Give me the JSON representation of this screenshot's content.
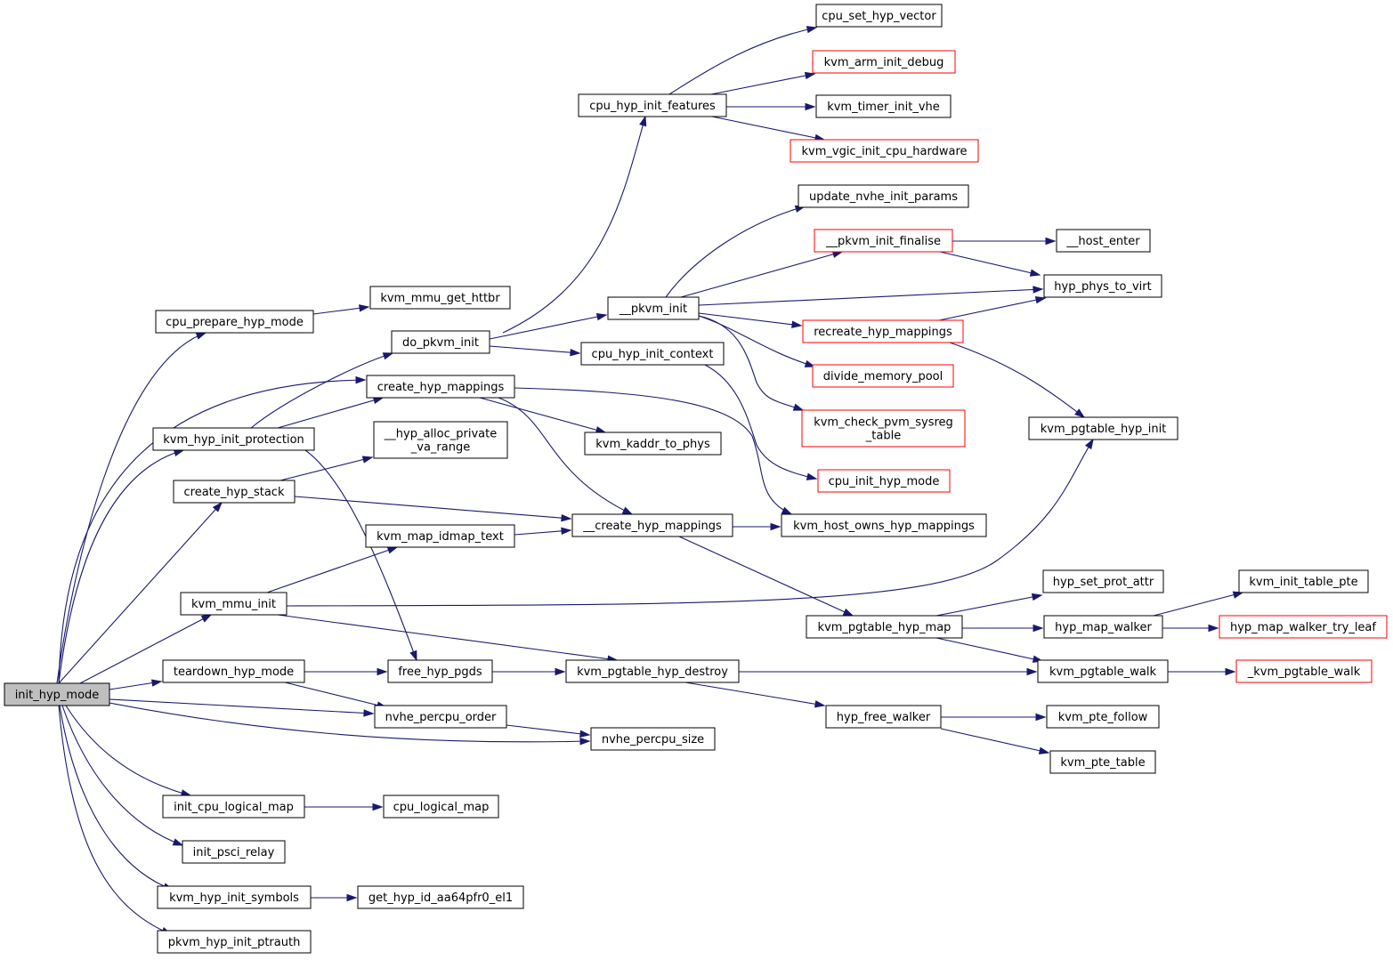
{
  "colors": {
    "edge": "#191970",
    "box_default": "#000000",
    "box_truncated": "#ff0000",
    "box_root_fill": "#bfbfbf",
    "box_fill": "#ffffff"
  },
  "nodes": {
    "init_hyp_mode": {
      "label": [
        "init_hyp_mode"
      ],
      "kind": "root"
    },
    "cpu_prepare_hyp_mode": {
      "label": [
        "cpu_prepare_hyp_mode"
      ],
      "kind": "normal"
    },
    "kvm_mmu_get_httbr": {
      "label": [
        "kvm_mmu_get_httbr"
      ],
      "kind": "normal"
    },
    "do_pkvm_init": {
      "label": [
        "do_pkvm_init"
      ],
      "kind": "normal"
    },
    "create_hyp_mappings": {
      "label": [
        "create_hyp_mappings"
      ],
      "kind": "normal"
    },
    "kvm_hyp_init_protection": {
      "label": [
        "kvm_hyp_init_protection"
      ],
      "kind": "normal"
    },
    "hyp_alloc_private_va_range": {
      "label": [
        "__hyp_alloc_private",
        "_va_range"
      ],
      "kind": "normal"
    },
    "create_hyp_stack": {
      "label": [
        "create_hyp_stack"
      ],
      "kind": "normal"
    },
    "kvm_map_idmap_text": {
      "label": [
        "kvm_map_idmap_text"
      ],
      "kind": "normal"
    },
    "kvm_mmu_init": {
      "label": [
        "kvm_mmu_init"
      ],
      "kind": "normal"
    },
    "teardown_hyp_mode": {
      "label": [
        "teardown_hyp_mode"
      ],
      "kind": "normal"
    },
    "free_hyp_pgds": {
      "label": [
        "free_hyp_pgds"
      ],
      "kind": "normal"
    },
    "nvhe_percpu_order": {
      "label": [
        "nvhe_percpu_order"
      ],
      "kind": "normal"
    },
    "nvhe_percpu_size": {
      "label": [
        "nvhe_percpu_size"
      ],
      "kind": "normal"
    },
    "init_cpu_logical_map": {
      "label": [
        "init_cpu_logical_map"
      ],
      "kind": "normal"
    },
    "cpu_logical_map": {
      "label": [
        "cpu_logical_map"
      ],
      "kind": "normal"
    },
    "init_psci_relay": {
      "label": [
        "init_psci_relay"
      ],
      "kind": "normal"
    },
    "kvm_hyp_init_symbols": {
      "label": [
        "kvm_hyp_init_symbols"
      ],
      "kind": "normal"
    },
    "get_hyp_id_aa64pfr0_el1": {
      "label": [
        "get_hyp_id_aa64pfr0_el1"
      ],
      "kind": "normal"
    },
    "pkvm_hyp_init_ptrauth": {
      "label": [
        "pkvm_hyp_init_ptrauth"
      ],
      "kind": "normal"
    },
    "cpu_hyp_init_features": {
      "label": [
        "cpu_hyp_init_features"
      ],
      "kind": "normal"
    },
    "cpu_set_hyp_vector": {
      "label": [
        "cpu_set_hyp_vector"
      ],
      "kind": "normal"
    },
    "kvm_arm_init_debug": {
      "label": [
        "kvm_arm_init_debug"
      ],
      "kind": "truncated"
    },
    "kvm_timer_init_vhe": {
      "label": [
        "kvm_timer_init_vhe"
      ],
      "kind": "normal"
    },
    "kvm_vgic_init_cpu_hardware": {
      "label": [
        "kvm_vgic_init_cpu_hardware"
      ],
      "kind": "truncated"
    },
    "pkvm_init": {
      "label": [
        "__pkvm_init"
      ],
      "kind": "normal"
    },
    "cpu_hyp_init_context": {
      "label": [
        "cpu_hyp_init_context"
      ],
      "kind": "normal"
    },
    "kvm_kaddr_to_phys": {
      "label": [
        "kvm_kaddr_to_phys"
      ],
      "kind": "normal"
    },
    "create_hyp_mappings_internal": {
      "label": [
        "__create_hyp_mappings"
      ],
      "kind": "normal"
    },
    "update_nvhe_init_params": {
      "label": [
        "update_nvhe_init_params"
      ],
      "kind": "normal"
    },
    "pkvm_init_finalise": {
      "label": [
        "__pkvm_init_finalise"
      ],
      "kind": "truncated"
    },
    "host_enter": {
      "label": [
        "__host_enter"
      ],
      "kind": "normal"
    },
    "hyp_phys_to_virt": {
      "label": [
        "hyp_phys_to_virt"
      ],
      "kind": "normal"
    },
    "recreate_hyp_mappings": {
      "label": [
        "recreate_hyp_mappings"
      ],
      "kind": "truncated"
    },
    "divide_memory_pool": {
      "label": [
        "divide_memory_pool"
      ],
      "kind": "truncated"
    },
    "kvm_check_pvm_sysreg_table": {
      "label": [
        "kvm_check_pvm_sysreg",
        "_table"
      ],
      "kind": "truncated"
    },
    "cpu_init_hyp_mode": {
      "label": [
        "cpu_init_hyp_mode"
      ],
      "kind": "truncated"
    },
    "kvm_host_owns_hyp_mappings": {
      "label": [
        "kvm_host_owns_hyp_mappings"
      ],
      "kind": "normal"
    },
    "kvm_pgtable_hyp_init": {
      "label": [
        "kvm_pgtable_hyp_init"
      ],
      "kind": "normal"
    },
    "kvm_pgtable_hyp_map": {
      "label": [
        "kvm_pgtable_hyp_map"
      ],
      "kind": "normal"
    },
    "hyp_set_prot_attr": {
      "label": [
        "hyp_set_prot_attr"
      ],
      "kind": "normal"
    },
    "hyp_map_walker": {
      "label": [
        "hyp_map_walker"
      ],
      "kind": "normal"
    },
    "kvm_init_table_pte": {
      "label": [
        "kvm_init_table_pte"
      ],
      "kind": "normal"
    },
    "hyp_map_walker_try_leaf": {
      "label": [
        "hyp_map_walker_try_leaf"
      ],
      "kind": "truncated"
    },
    "kvm_pgtable_hyp_destroy": {
      "label": [
        "kvm_pgtable_hyp_destroy"
      ],
      "kind": "normal"
    },
    "kvm_pgtable_walk": {
      "label": [
        "kvm_pgtable_walk"
      ],
      "kind": "normal"
    },
    "kvm_pgtable_walk_internal": {
      "label": [
        "_kvm_pgtable_walk"
      ],
      "kind": "truncated"
    },
    "hyp_free_walker": {
      "label": [
        "hyp_free_walker"
      ],
      "kind": "normal"
    },
    "kvm_pte_follow": {
      "label": [
        "kvm_pte_follow"
      ],
      "kind": "normal"
    },
    "kvm_pte_table": {
      "label": [
        "kvm_pte_table"
      ],
      "kind": "normal"
    }
  },
  "edges": [
    [
      "init_hyp_mode",
      "cpu_prepare_hyp_mode"
    ],
    [
      "init_hyp_mode",
      "create_hyp_mappings"
    ],
    [
      "init_hyp_mode",
      "kvm_hyp_init_protection"
    ],
    [
      "init_hyp_mode",
      "create_hyp_stack"
    ],
    [
      "init_hyp_mode",
      "kvm_mmu_init"
    ],
    [
      "init_hyp_mode",
      "teardown_hyp_mode"
    ],
    [
      "init_hyp_mode",
      "nvhe_percpu_order"
    ],
    [
      "init_hyp_mode",
      "nvhe_percpu_size"
    ],
    [
      "init_hyp_mode",
      "init_cpu_logical_map"
    ],
    [
      "init_hyp_mode",
      "init_psci_relay"
    ],
    [
      "init_hyp_mode",
      "kvm_hyp_init_symbols"
    ],
    [
      "init_hyp_mode",
      "pkvm_hyp_init_ptrauth"
    ],
    [
      "cpu_prepare_hyp_mode",
      "kvm_mmu_get_httbr"
    ],
    [
      "kvm_hyp_init_protection",
      "do_pkvm_init"
    ],
    [
      "kvm_hyp_init_protection",
      "create_hyp_mappings"
    ],
    [
      "kvm_hyp_init_protection",
      "free_hyp_pgds"
    ],
    [
      "do_pkvm_init",
      "cpu_hyp_init_features"
    ],
    [
      "do_pkvm_init",
      "pkvm_init"
    ],
    [
      "do_pkvm_init",
      "cpu_hyp_init_context"
    ],
    [
      "create_hyp_mappings",
      "kvm_kaddr_to_phys"
    ],
    [
      "create_hyp_mappings",
      "create_hyp_mappings_internal"
    ],
    [
      "create_hyp_mappings",
      "kvm_host_owns_hyp_mappings"
    ],
    [
      "create_hyp_stack",
      "hyp_alloc_private_va_range"
    ],
    [
      "create_hyp_stack",
      "create_hyp_mappings_internal"
    ],
    [
      "kvm_map_idmap_text",
      "create_hyp_mappings_internal"
    ],
    [
      "kvm_mmu_init",
      "kvm_map_idmap_text"
    ],
    [
      "kvm_mmu_init",
      "kvm_pgtable_hyp_init"
    ],
    [
      "kvm_mmu_init",
      "kvm_pgtable_hyp_destroy"
    ],
    [
      "teardown_hyp_mode",
      "free_hyp_pgds"
    ],
    [
      "teardown_hyp_mode",
      "nvhe_percpu_order"
    ],
    [
      "free_hyp_pgds",
      "kvm_pgtable_hyp_destroy"
    ],
    [
      "nvhe_percpu_order",
      "nvhe_percpu_size"
    ],
    [
      "init_cpu_logical_map",
      "cpu_logical_map"
    ],
    [
      "kvm_hyp_init_symbols",
      "get_hyp_id_aa64pfr0_el1"
    ],
    [
      "cpu_hyp_init_features",
      "cpu_set_hyp_vector"
    ],
    [
      "cpu_hyp_init_features",
      "kvm_arm_init_debug"
    ],
    [
      "cpu_hyp_init_features",
      "kvm_timer_init_vhe"
    ],
    [
      "cpu_hyp_init_features",
      "kvm_vgic_init_cpu_hardware"
    ],
    [
      "pkvm_init",
      "update_nvhe_init_params"
    ],
    [
      "pkvm_init",
      "pkvm_init_finalise"
    ],
    [
      "pkvm_init",
      "hyp_phys_to_virt"
    ],
    [
      "pkvm_init",
      "recreate_hyp_mappings"
    ],
    [
      "pkvm_init",
      "divide_memory_pool"
    ],
    [
      "pkvm_init",
      "kvm_check_pvm_sysreg_table"
    ],
    [
      "pkvm_init_finalise",
      "host_enter"
    ],
    [
      "pkvm_init_finalise",
      "hyp_phys_to_virt"
    ],
    [
      "recreate_hyp_mappings",
      "hyp_phys_to_virt"
    ],
    [
      "recreate_hyp_mappings",
      "kvm_pgtable_hyp_init"
    ],
    [
      "cpu_hyp_init_context",
      "cpu_init_hyp_mode"
    ],
    [
      "create_hyp_mappings_internal",
      "kvm_host_owns_hyp_mappings"
    ],
    [
      "create_hyp_mappings_internal",
      "kvm_pgtable_hyp_map"
    ],
    [
      "kvm_pgtable_hyp_map",
      "hyp_set_prot_attr"
    ],
    [
      "kvm_pgtable_hyp_map",
      "hyp_map_walker"
    ],
    [
      "kvm_pgtable_hyp_map",
      "kvm_pgtable_walk"
    ],
    [
      "hyp_map_walker",
      "kvm_init_table_pte"
    ],
    [
      "hyp_map_walker",
      "hyp_map_walker_try_leaf"
    ],
    [
      "kvm_pgtable_hyp_destroy",
      "kvm_pgtable_walk"
    ],
    [
      "kvm_pgtable_hyp_destroy",
      "hyp_free_walker"
    ],
    [
      "kvm_pgtable_walk",
      "kvm_pgtable_walk_internal"
    ],
    [
      "hyp_free_walker",
      "kvm_pte_follow"
    ],
    [
      "hyp_free_walker",
      "kvm_pte_table"
    ]
  ]
}
